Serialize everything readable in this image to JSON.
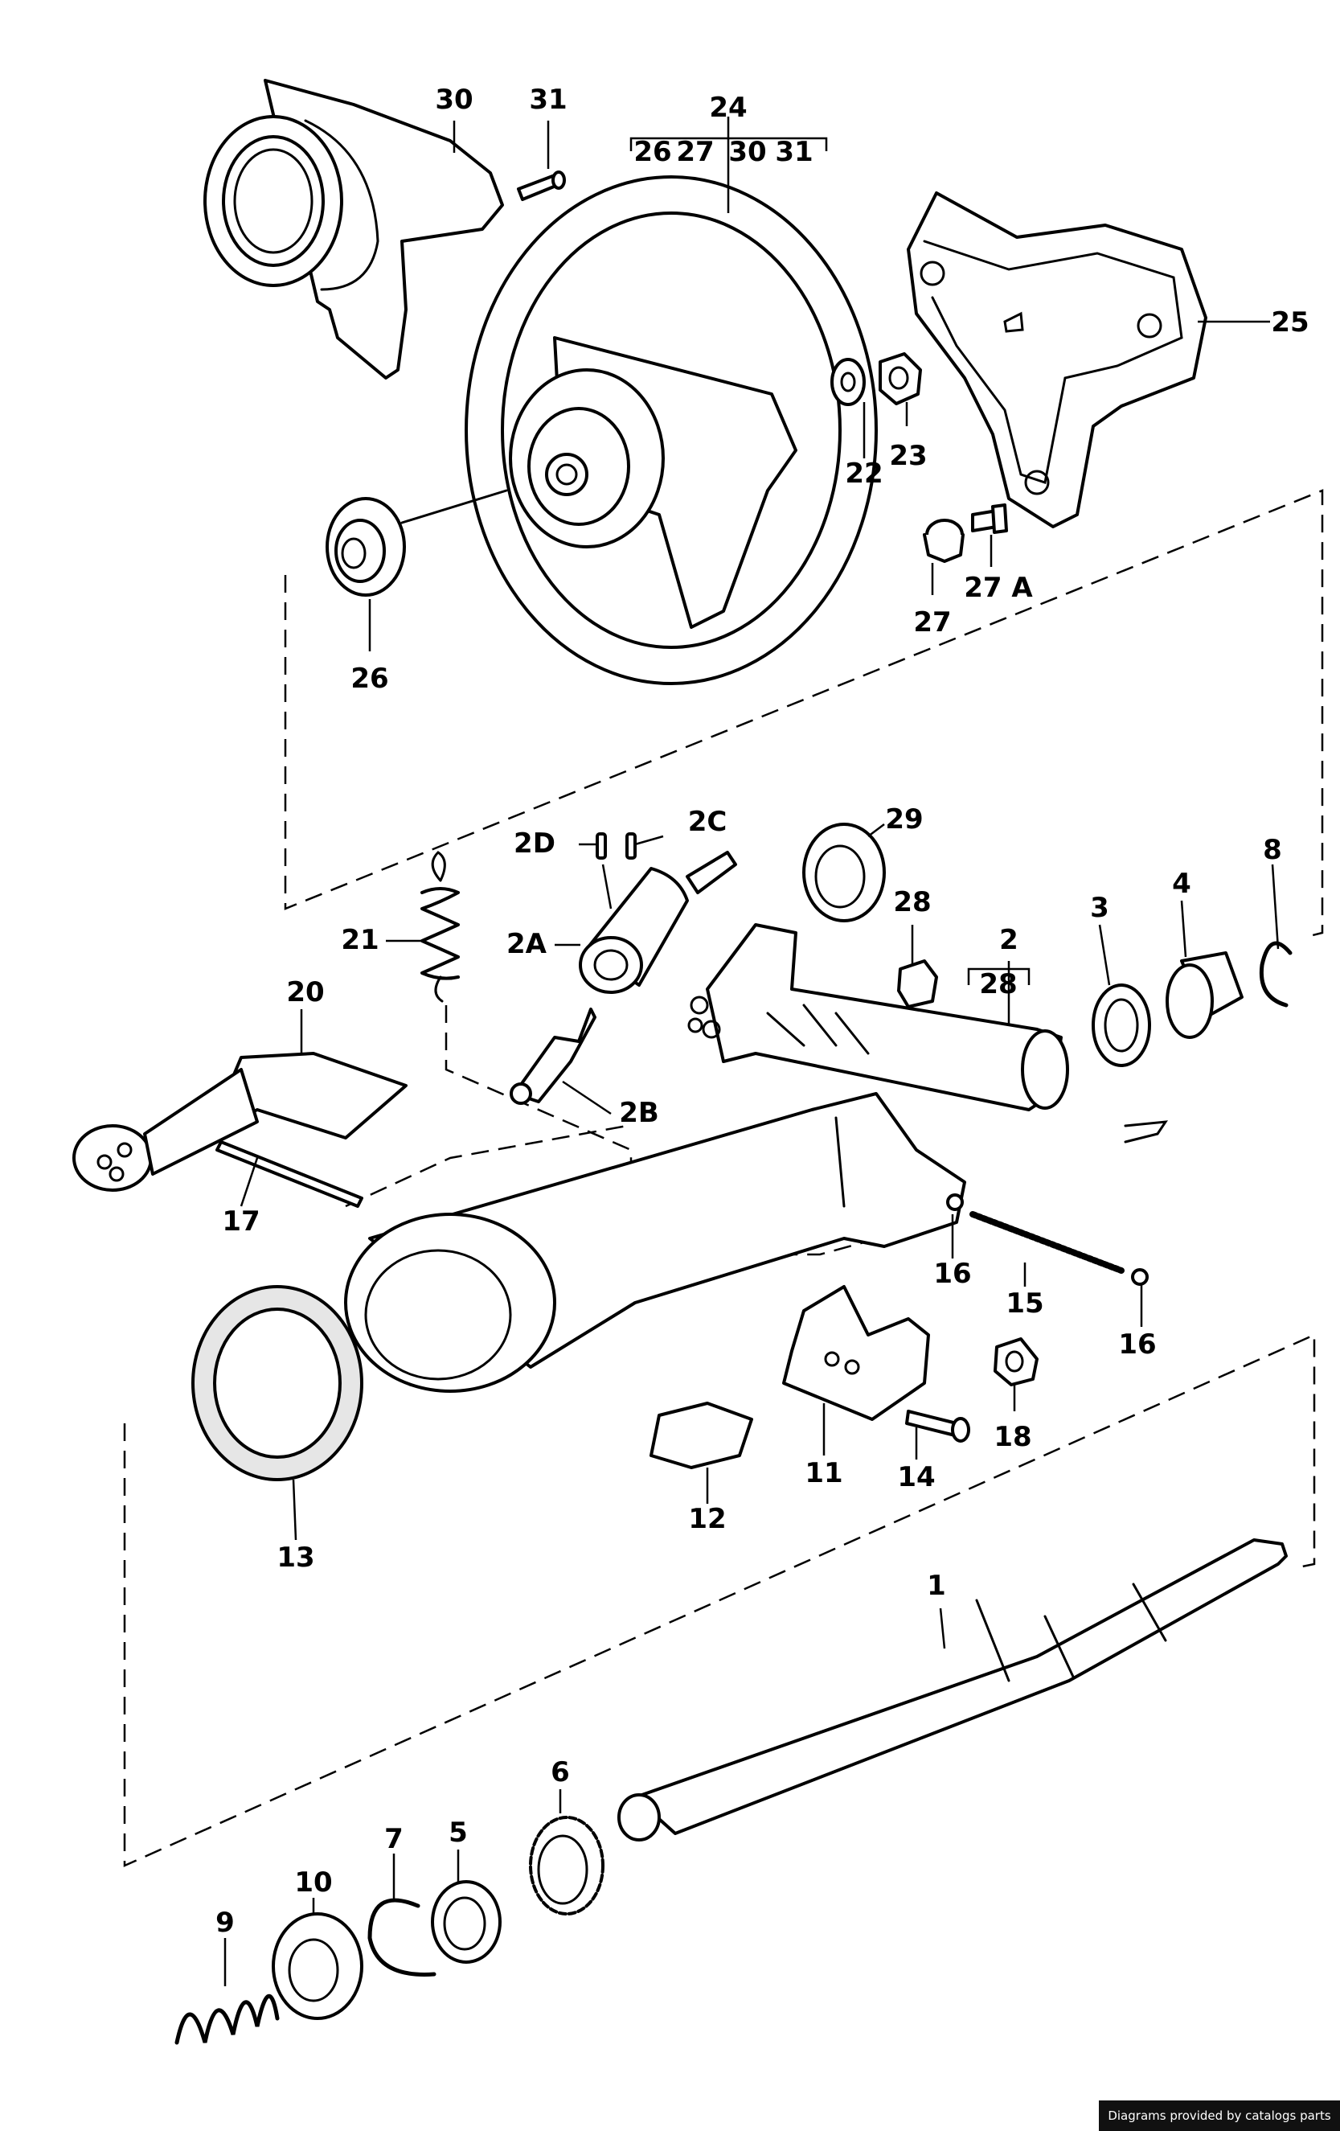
{
  "diagram": {
    "callouts": {
      "c30": "30",
      "c31": "31",
      "c24": "24",
      "c24a": "26",
      "c24b": "27",
      "c24c": "30",
      "c24d": "31",
      "c25": "25",
      "c22": "22",
      "c23": "23",
      "c27": "27",
      "c27a": "27 A",
      "c26": "26",
      "c29": "29",
      "c2d": "2D",
      "c2c": "2C",
      "c21": "21",
      "c2a": "2A",
      "c28": "28",
      "c2": "2",
      "c2_28": "28",
      "c3": "3",
      "c4": "4",
      "c8": "8",
      "c20": "20",
      "c2b": "2B",
      "c17": "17",
      "c16a": "16",
      "c15": "15",
      "c16b": "16",
      "c13": "13",
      "c12": "12",
      "c11": "11",
      "c14": "14",
      "c18": "18",
      "c1": "1",
      "c6": "6",
      "c5": "5",
      "c7": "7",
      "c10": "10",
      "c9": "9"
    }
  },
  "footer": {
    "credit": "Diagrams provided by catalogs parts"
  },
  "colors": {
    "line": "#000000",
    "background": "#ffffff",
    "credit_bg": "#111111"
  }
}
